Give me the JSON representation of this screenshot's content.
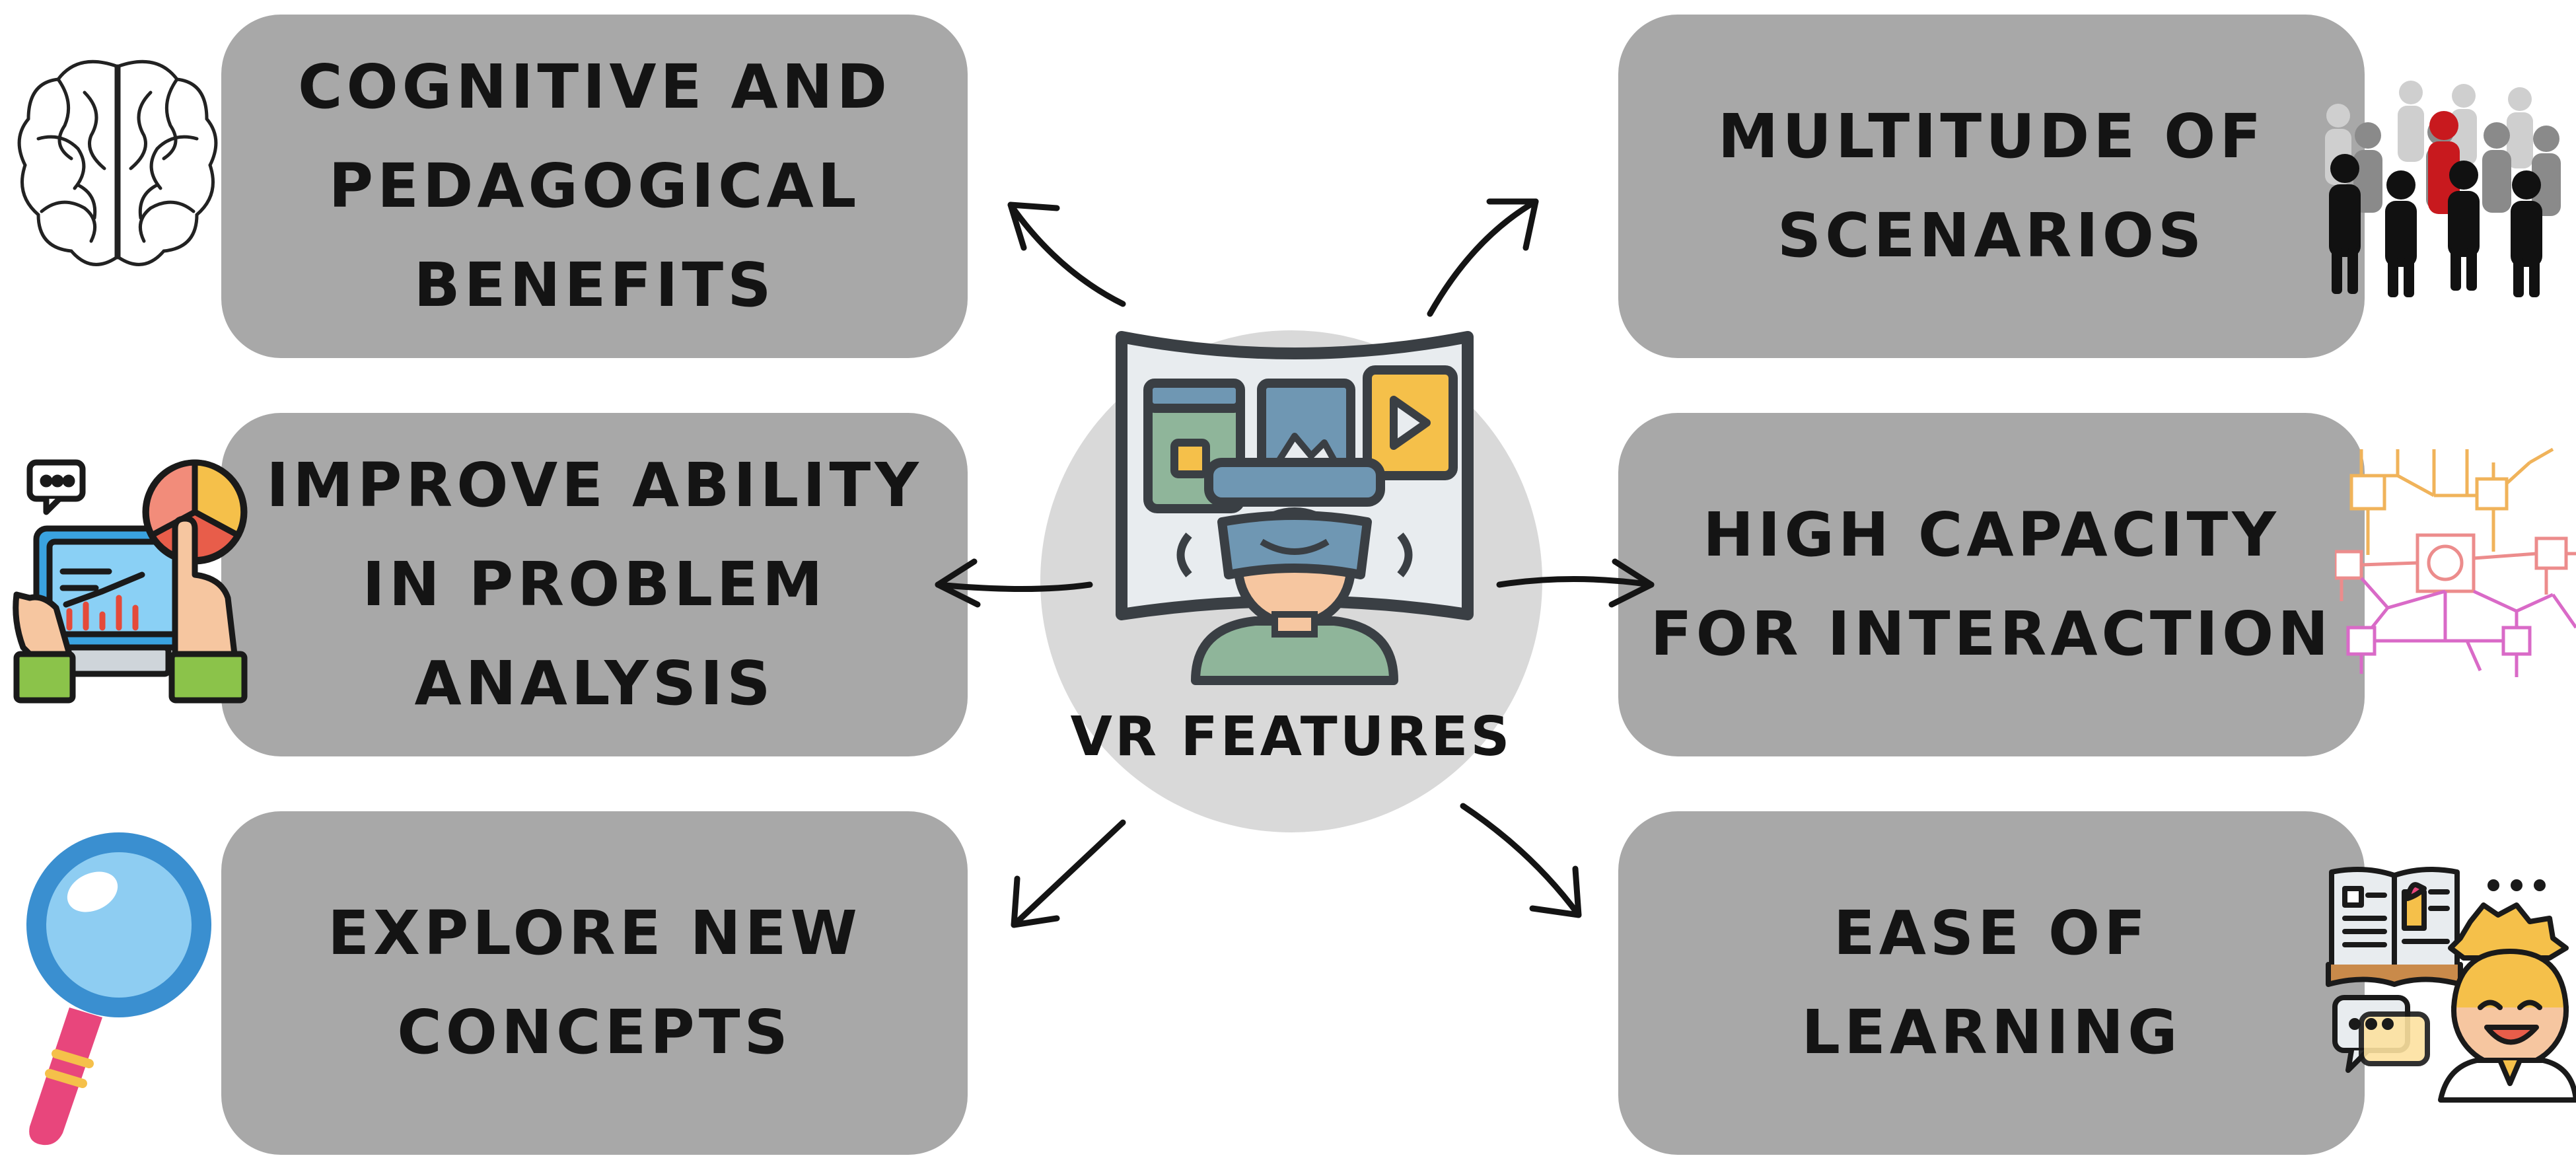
{
  "center": {
    "label": "VR FEATURES",
    "icon": "vr-headset-icon"
  },
  "features": {
    "cognitive": {
      "label": "COGNITIVE AND\nPEDAGOGICAL\nBENEFITS",
      "icon": "brain-icon"
    },
    "improve": {
      "label": "IMPROVE ABILITY\nIN PROBLEM\nANALYSIS",
      "icon": "data-analysis-icon"
    },
    "explore": {
      "label": "EXPLORE NEW\nCONCEPTS",
      "icon": "magnifying-glass-icon"
    },
    "multitude": {
      "label": "MULTITUDE OF\nSCENARIOS",
      "icon": "crowd-icon"
    },
    "capacity": {
      "label": "HIGH CAPACITY\nFOR INTERACTION",
      "icon": "network-icon"
    },
    "ease": {
      "label": "EASE OF\nLEARNING",
      "icon": "learning-icon"
    }
  },
  "colors": {
    "box": "#a8a8a8",
    "circle": "#d9d9d9",
    "text": "#141414",
    "accent_red": "#c8191e",
    "vr_yellow": "#f5c04a",
    "vr_blue": "#6f97b3",
    "vr_green": "#8fb59a"
  }
}
